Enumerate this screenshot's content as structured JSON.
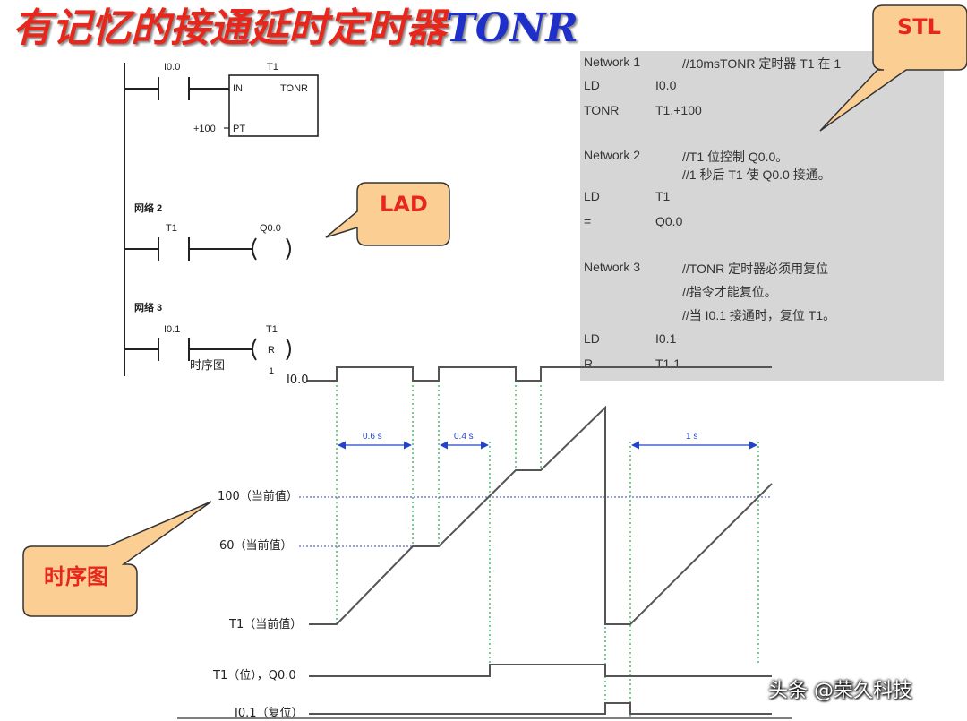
{
  "title": {
    "cn": "有记忆的接通延时定时器",
    "en": "TONR"
  },
  "callouts": {
    "stl": "STL",
    "lad": "LAD",
    "timing": "时序图"
  },
  "stl": {
    "n1": {
      "label": "Network 1",
      "comment": "//10msTONR 定时器 T1 在 1"
    },
    "n1_rows": [
      {
        "op": "LD",
        "arg": "I0.0"
      },
      {
        "op": "TONR",
        "arg": "T1,+100"
      }
    ],
    "n2": {
      "label": "Network 2",
      "comment1": "//T1 位控制 Q0.0。",
      "comment2": "//1 秒后 T1 使 Q0.0 接通。"
    },
    "n2_rows": [
      {
        "op": "LD",
        "arg": "T1"
      },
      {
        "op": "=",
        "arg": "Q0.0"
      }
    ],
    "n3": {
      "label": "Network 3",
      "comment1": "//TONR 定时器必须用复位",
      "comment2": "//指令才能复位。",
      "comment3": "//当 I0.1 接通时，复位 T1。"
    },
    "n3_rows": [
      {
        "op": "LD",
        "arg": "I0.1"
      },
      {
        "op": "R",
        "arg": "T1,1"
      }
    ]
  },
  "lad": {
    "n1": {
      "contact": "I0.0",
      "timer": "T1",
      "in": "IN",
      "type": "TONR",
      "pt_value": "+100",
      "pt": "PT"
    },
    "n2": {
      "heading": "网络 2",
      "contact": "T1",
      "coil": "Q0.0"
    },
    "n3": {
      "heading": "网络 3",
      "contact": "I0.1",
      "coil_top": "T1",
      "coil_letter": "R",
      "coil_bottom": "1",
      "overlay": "时序图"
    }
  },
  "timing": {
    "labels": {
      "i00": "I0.0",
      "v100": "100（当前值）",
      "v60": "60（当前值）",
      "t1": "T1（当前值）",
      "t1bit": "T1（位），Q0.0",
      "i01": "I0.1（复位）"
    },
    "dims": {
      "d1": "0.6 s",
      "d2": "0.4 s",
      "d3": "1 s"
    },
    "colors": {
      "trace": "#555555",
      "guide": "#22aa44",
      "ref_line": "#3344aa",
      "dim": "#2244cc"
    }
  },
  "watermark": "头条 @荣久科技"
}
